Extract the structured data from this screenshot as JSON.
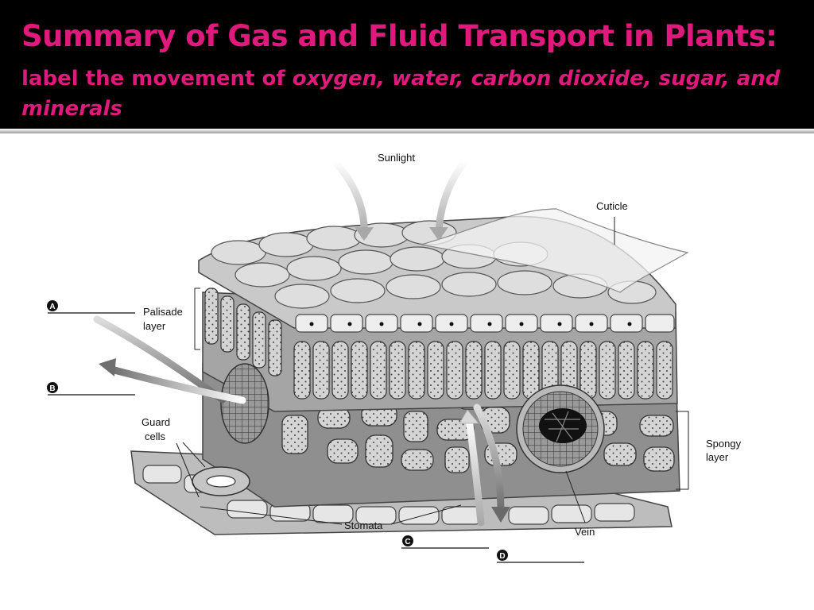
{
  "header": {
    "title": "Summary of Gas and Fluid Transport in Plants:",
    "subtitle_lead": "label the movement of",
    "subtitle_items": "oxygen, water, carbon dioxide, sugar, and minerals"
  },
  "diagram": {
    "labels": {
      "sunlight": "Sunlight",
      "cuticle": "Cuticle",
      "palisade_1": "Palisade",
      "palisade_2": "layer",
      "guard_1": "Guard",
      "guard_2": "cells",
      "stomata": "Stomata",
      "vein": "Vein",
      "spongy_1": "Spongy",
      "spongy_2": "layer"
    },
    "markers": [
      "A",
      "B",
      "C",
      "D"
    ]
  },
  "colors": {
    "header_bg": "#000000",
    "title_color": "#e0197d"
  }
}
